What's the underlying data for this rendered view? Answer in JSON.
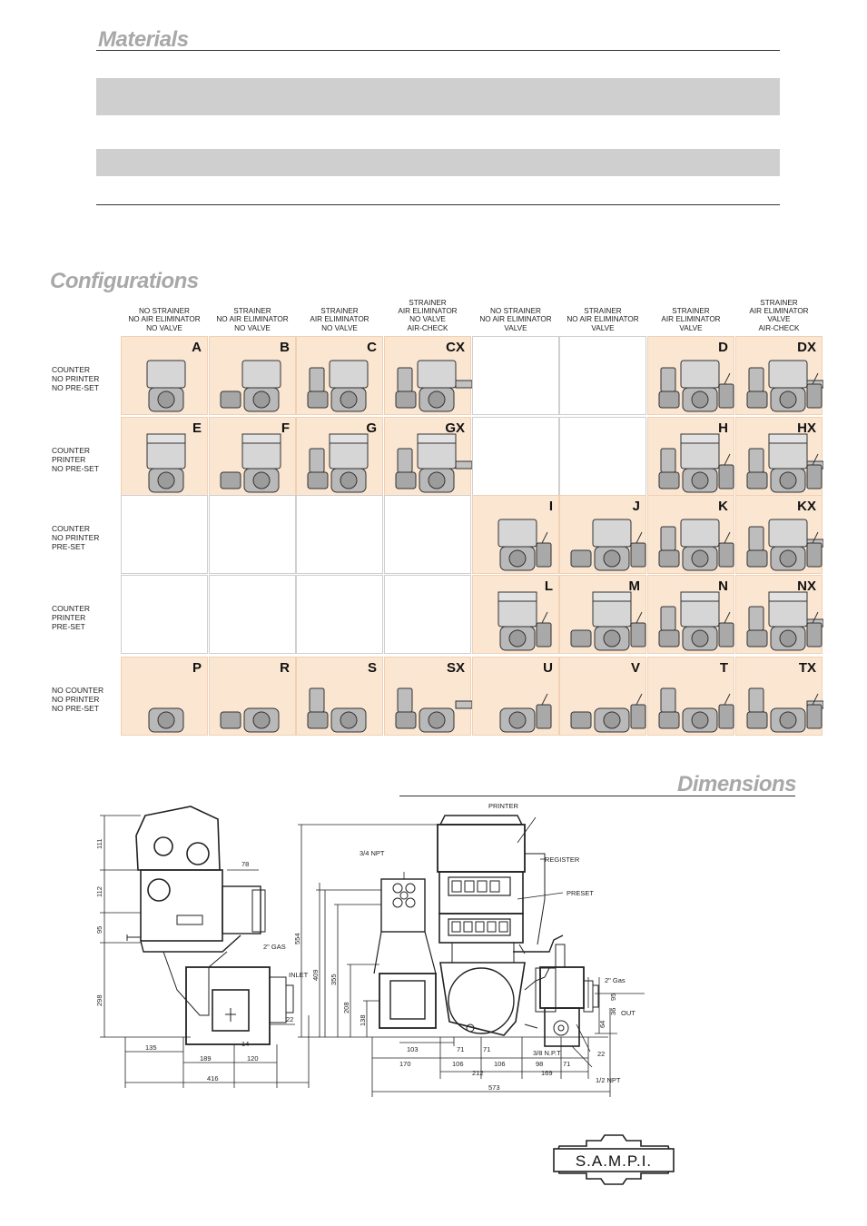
{
  "headings": {
    "materials": "Materials",
    "configurations": "Configurations",
    "dimensions": "Dimensions"
  },
  "columns": [
    [
      "NO STRAINER",
      "NO AIR ELIMINATOR",
      "NO VALVE"
    ],
    [
      "STRAINER",
      "NO AIR ELIMINATOR",
      "NO VALVE"
    ],
    [
      "STRAINER",
      "AIR ELIMINATOR",
      "NO VALVE"
    ],
    [
      "STRAINER",
      "AIR ELIMINATOR",
      "NO VALVE",
      "AIR-CHECK"
    ],
    [
      "NO STRAINER",
      "NO AIR ELIMINATOR",
      "VALVE"
    ],
    [
      "STRAINER",
      "NO AIR ELIMINATOR",
      "VALVE"
    ],
    [
      "STRAINER",
      "AIR ELIMINATOR",
      "VALVE"
    ],
    [
      "STRAINER",
      "AIR ELIMINATOR",
      "VALVE",
      "AIR-CHECK"
    ]
  ],
  "rows": [
    [
      "COUNTER",
      "NO PRINTER",
      "NO PRE-SET"
    ],
    [
      "COUNTER",
      "PRINTER",
      "NO PRE-SET"
    ],
    [
      "COUNTER",
      "NO PRINTER",
      "PRE-SET"
    ],
    [
      "COUNTER",
      "PRINTER",
      "PRE-SET"
    ],
    [
      "NO COUNTER",
      "NO PRINTER",
      "NO PRE-SET"
    ]
  ],
  "grid": [
    [
      "A",
      "B",
      "C",
      "CX",
      "",
      "",
      "D",
      "DX"
    ],
    [
      "E",
      "F",
      "G",
      "GX",
      "",
      "",
      "H",
      "HX"
    ],
    [
      "",
      "",
      "",
      "",
      "I",
      "J",
      "K",
      "KX"
    ],
    [
      "",
      "",
      "",
      "",
      "L",
      "M",
      "N",
      "NX"
    ],
    [
      "P",
      "R",
      "S",
      "SX",
      "U",
      "V",
      "T",
      "TX"
    ]
  ],
  "dimensions": {
    "labels": {
      "printer": "PRINTER",
      "register": "REGISTER",
      "preset": "PRESET",
      "npt34": "3/4 NPT",
      "gas2_left": "2\" GAS",
      "inlet": "INLET",
      "gas2_right": "2\" Gas",
      "out": "OUT",
      "npt38": "3/8 N.P.T.",
      "npt12": "1/2 NPT"
    },
    "left_values": {
      "v111": "111",
      "v112": "112",
      "v95": "95",
      "v298": "298",
      "v78": "78",
      "v22": "22",
      "v135": "135",
      "v189": "189",
      "v120": "120",
      "v14": "14",
      "v416": "416"
    },
    "right_values": {
      "v554": "554",
      "v409": "409",
      "v355": "355",
      "v208": "208",
      "v138": "138",
      "v95": "95",
      "v36": "36",
      "v64": "64",
      "v103": "103",
      "v71a": "71",
      "v71b": "71",
      "v170": "170",
      "v106a": "106",
      "v106b": "106",
      "v98": "98",
      "v71c": "71",
      "v22": "22",
      "v212": "212",
      "v169": "169",
      "v573": "573"
    }
  },
  "logo": {
    "text": "S.A.M.P.I."
  },
  "colors": {
    "cell_fill": "#fbe6d2",
    "band_gray": "#cfcfcf",
    "heading_gray": "#a8a8a8"
  }
}
